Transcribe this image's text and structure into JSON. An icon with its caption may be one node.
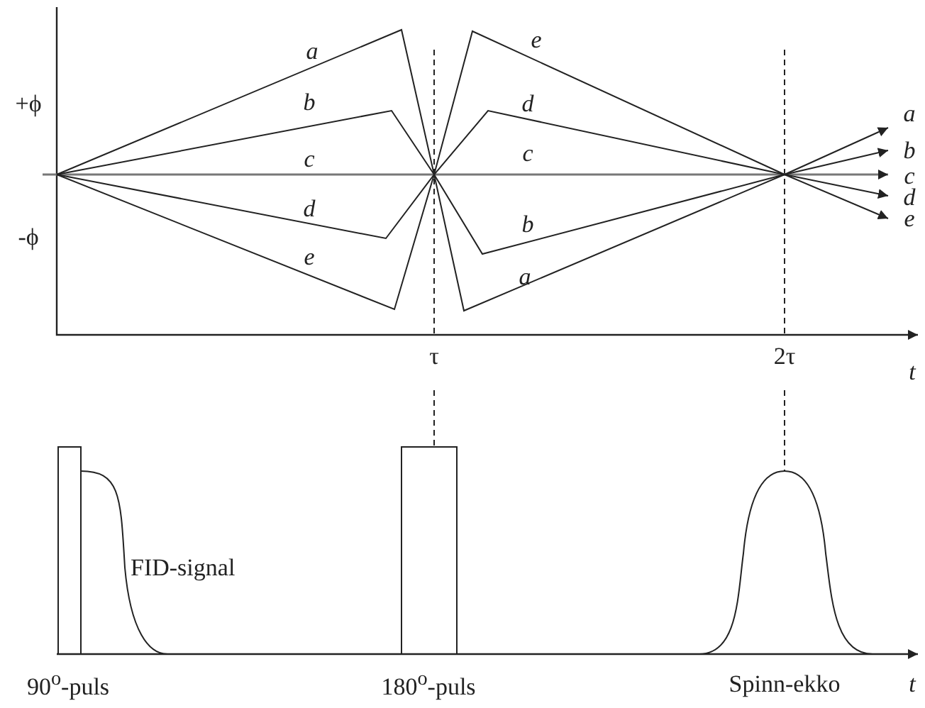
{
  "diagram": {
    "labels": [
      "e",
      "a",
      "+ϕ",
      "b",
      "d",
      "a",
      "c",
      "c",
      "b",
      "c",
      "d",
      "-ϕ",
      "d",
      "b",
      "e",
      "e",
      "a",
      "τ",
      "2τ",
      "t",
      "FID-signal",
      "90$^{o}$-puls",
      "180$^{o}$-puls",
      "Spinn-ekko",
      "t"
    ]
  }
}
